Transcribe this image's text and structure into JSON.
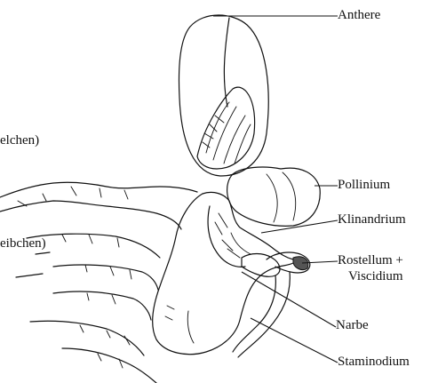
{
  "labels": {
    "anthere": "Anthere",
    "pollinium": "Pollinium",
    "klinandrium": "Klinandrium",
    "rostellum_line1": "Rostellum +",
    "rostellum_line2": "Viscidium",
    "narbe": "Narbe",
    "staminodium": "Staminodium",
    "cut_left_upper": "elchen)",
    "cut_left_lower": "eibchen)"
  },
  "colors": {
    "ink": "#111111",
    "background": "#ffffff",
    "viscidium_fill": "#555555"
  }
}
